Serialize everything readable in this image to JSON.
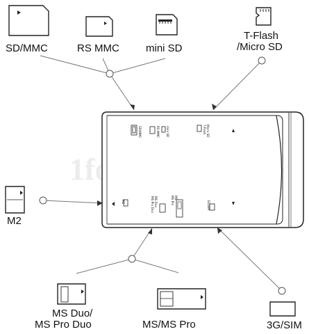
{
  "watermark": "1foTeam",
  "labels": {
    "sd_mmc": "SD/MMC",
    "rs_mmc": "RS MMC",
    "mini_sd": "mini SD",
    "tflash_1": "T-Flash",
    "tflash_2": "/Micro SD",
    "m2": "M2",
    "ms_duo_1": "MS Duo/",
    "ms_duo_2": "MS Pro Duo",
    "ms_pro": "MS/MS Pro",
    "sim": "3G/SIM"
  },
  "reader_labels": {
    "sd_mmc": "SD/MMC",
    "rs_mmc": "RS MMC",
    "mini_sd": "mini SD",
    "tflash": "T-Flash",
    "micro_sd": "Micro SD",
    "m2": "M2",
    "ms_duo": "MS Duo",
    "ms_pro_duo": "MS Pro Duo",
    "ms": "MS",
    "ms_pro": "MS Pro",
    "sim": "3G/SIM"
  }
}
